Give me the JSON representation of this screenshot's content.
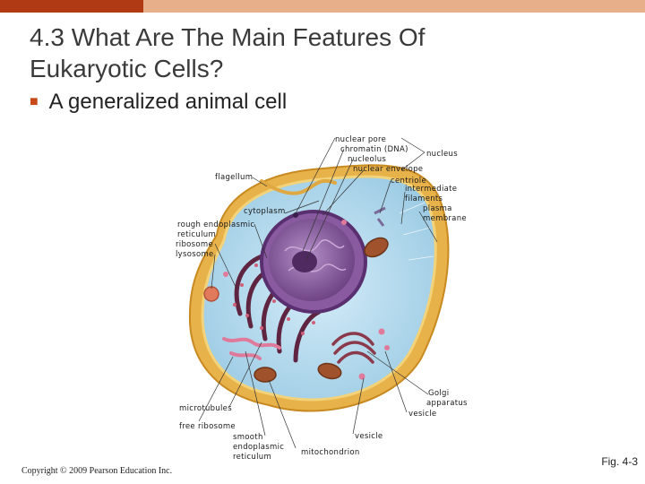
{
  "slide": {
    "title_line1": "4.3 What Are The Main Features Of",
    "title_line2": "Eukaryotic Cells?",
    "bullet": "A generalized animal cell",
    "copyright": "Copyright © 2009 Pearson Education Inc.",
    "figure_ref": "Fig. 4-3"
  },
  "colors": {
    "accent_dark": "#b03a14",
    "accent_light": "#e8b08a",
    "cell_membrane": "#f0c040",
    "cytoplasm": "#b8dcef",
    "nucleus": "#7a4f8f",
    "er_rough": "#6b2f4a",
    "mitochondria": "#a0522d"
  },
  "labels": {
    "nuclear_pore": "nuclear pore",
    "chromatin": "chromatin (DNA)",
    "nucleolus": "nucleolus",
    "nuclear_envelope": "nuclear envelope",
    "nucleus": "nucleus",
    "centriole": "centriole",
    "intermediate": "intermediate",
    "filaments": "filaments",
    "plasma": "plasma",
    "membrane": "membrane",
    "flagellum": "flagellum",
    "cytoplasm": "cytoplasm",
    "rough_er_1": "rough endoplasmic",
    "rough_er_2": "reticulum",
    "ribosome": "ribosome",
    "lysosome": "lysosome",
    "golgi_1": "Golgi",
    "golgi_2": "apparatus",
    "vesicle_right": "vesicle",
    "microtubules": "microtubules",
    "free_ribosome": "free ribosome",
    "smooth_er_1": "smooth",
    "smooth_er_2": "endoplasmic",
    "smooth_er_3": "reticulum",
    "vesicle_bottom": "vesicle",
    "mitochondrion": "mitochondrion"
  }
}
